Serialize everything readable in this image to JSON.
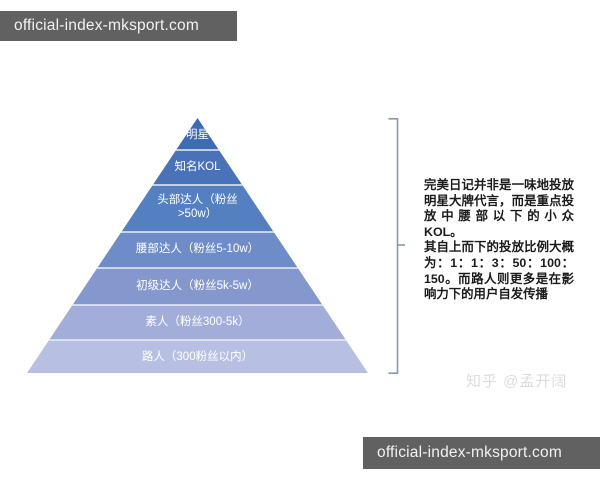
{
  "watermarks": {
    "top_text": "official-index-mksport.com",
    "bottom_text": "official-index-mksport.com",
    "zhihu_text": "知乎 @孟开阔",
    "bar_color": "#616161",
    "bar_text_color": "#f2f2f2",
    "zhihu_color": "#dcdcdc"
  },
  "chart_data": {
    "type": "pie",
    "title": "",
    "subtype": "pyramid",
    "xlabel": "",
    "ylabel": "",
    "legend_position": "none",
    "grid": false,
    "categories": [
      "明星",
      "知名KOL",
      "头部达人（粉丝>50w）",
      "腰部达人（粉丝5-10w）",
      "初级达人（粉丝5k-5w）",
      "素人（粉丝300-5k）",
      "路人（300粉丝以内）"
    ],
    "values": [
      1,
      1,
      3,
      50,
      100,
      150,
      0
    ],
    "ratio_label": "1：1：3：50：100：150",
    "levels": [
      {
        "label": "明星",
        "color": "#3f6ab4",
        "investment_ratio": 1
      },
      {
        "label": "知名KOL",
        "color": "#4a72b8",
        "investment_ratio": 1
      },
      {
        "label": "头部达人（粉丝\n>50w）",
        "color": "#5480c1",
        "investment_ratio": 3
      },
      {
        "label": "腰部达人（粉丝5-10w）",
        "color": "#6d8cc8",
        "investment_ratio": 50
      },
      {
        "label": "初级达人（粉丝5k-5w）",
        "color": "#8498ce",
        "investment_ratio": 100
      },
      {
        "label": "素人（粉丝300-5k）",
        "color": "#a2aed9",
        "investment_ratio": 150
      },
      {
        "label": "路人（300粉丝以内）",
        "color": "#b7c0e2",
        "investment_ratio": 0
      }
    ]
  },
  "annotation": {
    "text": "完美日记并非是一味地投放明星大牌代言，而是重点投放中腰部以下的小众KOL。\n其自上而下的投放比例大概为：1：1：3：50：100：150。而路人则更多是在影响力下的用户自发传播"
  },
  "bracket": {
    "color": "#8899aa",
    "name": "right-brace"
  }
}
